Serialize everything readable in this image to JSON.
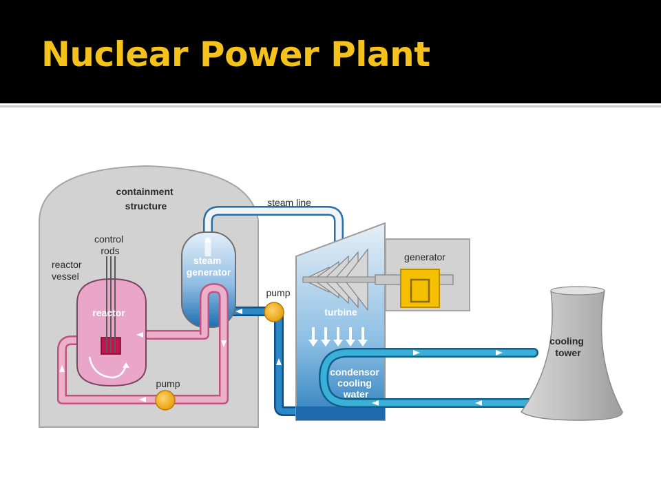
{
  "slide": {
    "title": "Nuclear Power Plant"
  },
  "diagram": {
    "labels": {
      "containment_structure": [
        "containment",
        "structure"
      ],
      "control_rods": [
        "control",
        "rods"
      ],
      "reactor_vessel": [
        "reactor",
        "vessel"
      ],
      "reactor": "reactor",
      "steam_generator": [
        "steam",
        "generator"
      ],
      "steam_line": "steam line",
      "pump_primary": "pump",
      "pump_secondary": "pump",
      "turbine": "turbine",
      "generator": "generator",
      "condensor_cooling_water": [
        "condensor",
        "cooling",
        "water"
      ],
      "cooling_tower": [
        "cooling",
        "tower"
      ]
    },
    "colors": {
      "title": "#f5c21b",
      "containment": "#d2d2d2",
      "primary_loop": "#e8a6c4",
      "reactor_vessel": "#eaa6c8",
      "steam": "#dbe9f5",
      "secondary_loop": "#1f79b6",
      "cooling_loop": "#2b9fc9",
      "pump": "#f5b120",
      "generator": "#f5c000",
      "tower": "#c8c8c8"
    }
  }
}
